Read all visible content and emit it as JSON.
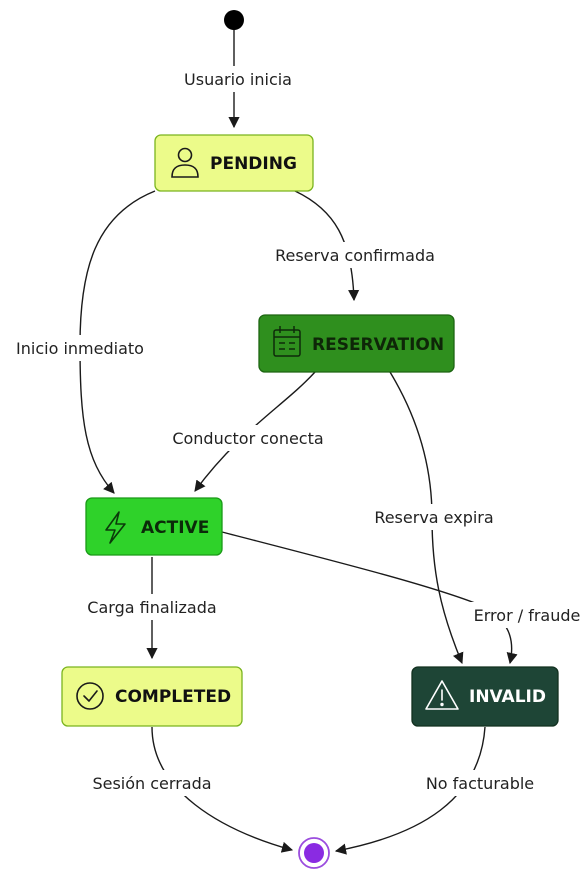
{
  "colors": {
    "light_green_fill": "#ecfb8a",
    "light_green_border": "#7ab41e",
    "mid_green_fill": "#2f8f1e",
    "mid_green_border": "#1d6512",
    "bright_green_fill": "#2fd22a",
    "bright_green_border": "#1a9a17",
    "dark_green_fill": "#1e4536",
    "dark_green_border": "#12301f",
    "final_ring": "#9b4dde",
    "final_dot": "#8a2be2",
    "start_dot": "#000000"
  },
  "states": {
    "pending": {
      "label": "PENDING",
      "icon": "user-icon"
    },
    "reservation": {
      "label": "RESERVATION",
      "icon": "calendar-icon"
    },
    "active": {
      "label": "ACTIVE",
      "icon": "lightning-icon"
    },
    "completed": {
      "label": "COMPLETED",
      "icon": "check-circle-icon"
    },
    "invalid": {
      "label": "INVALID",
      "icon": "warning-triangle-icon"
    }
  },
  "transitions": {
    "start_to_pending": "Usuario inicia",
    "pending_to_reservation": "Reserva confirmada",
    "pending_to_active": "Inicio inmediato",
    "reservation_to_active": "Conductor conecta",
    "reservation_to_invalid": "Reserva expira",
    "active_to_invalid": "Error / fraude",
    "active_to_completed": "Carga finalizada",
    "completed_to_end": "Sesión cerrada",
    "invalid_to_end": "No facturable"
  }
}
